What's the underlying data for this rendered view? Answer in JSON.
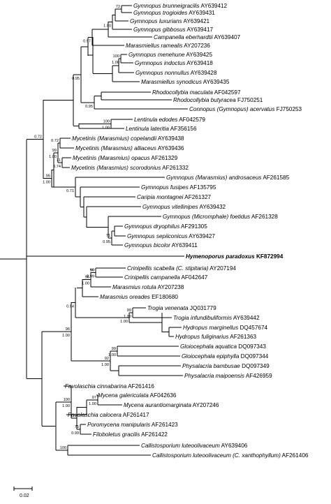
{
  "scale_bar": {
    "label": "0.02"
  },
  "taxa": [
    {
      "id": "t1",
      "species": "Gymnopus brunneigracilis",
      "accession": "AY639412"
    },
    {
      "id": "t2",
      "species": "Gymnopus trogioides",
      "accession": "AY639431"
    },
    {
      "id": "t3",
      "species": "Gymnopus luxurians",
      "accession": "AY639421"
    },
    {
      "id": "t4",
      "species": "Gymnopus gibbosus",
      "accession": "AY639417"
    },
    {
      "id": "t5",
      "species": "Campanella eberhardtii",
      "accession": "AY639407"
    },
    {
      "id": "t6",
      "species": "Marasmiellus ramealis",
      "accession": "AY207236"
    },
    {
      "id": "t7",
      "species": "Gymnopus menehune",
      "accession": "AY639425"
    },
    {
      "id": "t8",
      "species": "Gymnopus indoctus",
      "accession": "AY639418"
    },
    {
      "id": "t9",
      "species": "Gymnopus nonnullus",
      "accession": "AY639428"
    },
    {
      "id": "t10",
      "species": "Marasmiellus synodicus",
      "accession": "AY639435"
    },
    {
      "id": "t11",
      "species": "Rhodocollybia maculata",
      "accession": "AF042597"
    },
    {
      "id": "t12",
      "species": "Rhodocollybia butyracea",
      "accession": "FJ750251"
    },
    {
      "id": "t13",
      "species": "Connopus (Gymnopus) acervatus",
      "accession": "FJ750253"
    },
    {
      "id": "t14",
      "species": "Lentinula edodes",
      "accession": "AF042579"
    },
    {
      "id": "t15",
      "species": "Lentinula lateritia",
      "accession": "AF356156"
    },
    {
      "id": "t16",
      "species": "Mycetinis (Marasmius) copelandii",
      "accession": "AY639438"
    },
    {
      "id": "t17",
      "species": "Mycetinis (Marasmius) alliaceus",
      "accession": "AY639436"
    },
    {
      "id": "t18",
      "species": "Mycetinis (Marasmius) opacus",
      "accession": "AF261329"
    },
    {
      "id": "t19",
      "species": "Mycetinis (Marasmius) scorodonius",
      "accession": "AF261332"
    },
    {
      "id": "t20",
      "species": "Gymnopus (Marasmius) androsaceus",
      "accession": "AF261585"
    },
    {
      "id": "t21",
      "species": "Gymnopus fusipes",
      "accession": "AF135795"
    },
    {
      "id": "t22",
      "species": "Caripia montagnei",
      "accession": "AF261327"
    },
    {
      "id": "t23",
      "species": "Gymnopus vitellinipes",
      "accession": "AY639432"
    },
    {
      "id": "t24",
      "species": "Gymnopus (Micromphale) foetidus",
      "accession": "AF261328"
    },
    {
      "id": "t25",
      "species": "Gymnopus dryophilus",
      "accession": "AF291305"
    },
    {
      "id": "t26",
      "species": "Gymnopus sepiiconicus",
      "accession": "AY639427"
    },
    {
      "id": "t27",
      "species": "Gymnopus bicolor",
      "accession": "AY639411"
    },
    {
      "id": "t28",
      "species": "Hymenoporus paradoxus",
      "accession": "KF872994",
      "bold": true
    },
    {
      "id": "t29",
      "species": "Crinipellis scabella (C. stipitaria)",
      "accession": "AY207194"
    },
    {
      "id": "t30",
      "species": "Crinipellis campanella",
      "accession": "AF042647"
    },
    {
      "id": "t31",
      "species": "Marasmius rotula",
      "accession": "AY207238"
    },
    {
      "id": "t32",
      "species": "Marasmius oreades",
      "accession": "EF180680"
    },
    {
      "id": "t33",
      "species": "Trogia venenata",
      "accession": "JQ031779"
    },
    {
      "id": "t34",
      "species": "Trogia infundibuliformis",
      "accession": "AY639442"
    },
    {
      "id": "t35",
      "species": "Hydropus marginellus",
      "accession": "DQ457674"
    },
    {
      "id": "t36",
      "species": "Hydropus fuliginarius",
      "accession": "AF261363"
    },
    {
      "id": "t37",
      "species": "Gloiocephala aquatica",
      "accession": "DQ097343"
    },
    {
      "id": "t38",
      "species": "Gloiocephala epiphylla",
      "accession": "DQ097344"
    },
    {
      "id": "t39",
      "species": "Physalacria bambusae",
      "accession": "DQ097349"
    },
    {
      "id": "t40",
      "species": "Physalacria maipoensis",
      "accession": "AF426959"
    },
    {
      "id": "t41",
      "species": "Favolaschia cinnabarina",
      "accession": "AF261416"
    },
    {
      "id": "t42",
      "species": "Mycena galericulata",
      "accession": "AF042636"
    },
    {
      "id": "t43",
      "species": "Mycena aurantiomarginata",
      "accession": "AY207246"
    },
    {
      "id": "t44",
      "species": "Favolaschia calocera",
      "accession": "AF261417"
    },
    {
      "id": "t45",
      "species": "Poromycena manipularis",
      "accession": "AF261423"
    },
    {
      "id": "t46",
      "species": "Filoboletus gracilis",
      "accession": "AF261422"
    },
    {
      "id": "t47",
      "species": "Callistosporium luteoolivaceum",
      "accession": "AY639406"
    },
    {
      "id": "t48",
      "species": "Callistosporium luteoolivaceum (C. xanthophyllum)",
      "accession": "AF261406"
    }
  ],
  "node_supports": [
    {
      "id": "n1",
      "top": "72",
      "bottom": ""
    },
    {
      "id": "n2",
      "top": "",
      "bottom": "1.00"
    },
    {
      "id": "n3",
      "top": "",
      "bottom": "0.97"
    },
    {
      "id": "n4",
      "top": "100",
      "bottom": "1.00"
    },
    {
      "id": "n5",
      "top": "",
      "bottom": "0.95"
    },
    {
      "id": "n6",
      "top": "",
      "bottom": "0.95"
    },
    {
      "id": "n7",
      "top": "100",
      "bottom": "1.00"
    },
    {
      "id": "n8",
      "top": "0.72",
      "bottom": ""
    },
    {
      "id": "n9",
      "top": "99",
      "bottom": "1.00"
    },
    {
      "id": "n10",
      "top": "71",
      "bottom": "0.74"
    },
    {
      "id": "n11",
      "top": "95",
      "bottom": "1.00"
    },
    {
      "id": "n12",
      "top": "",
      "bottom": "0.71"
    },
    {
      "id": "n13",
      "top": "71",
      "bottom": "0.95"
    },
    {
      "id": "n14",
      "top": "96",
      "bottom": "1.00"
    },
    {
      "id": "n15",
      "top": "0.72",
      "bottom": ""
    },
    {
      "id": "n16",
      "top": "90",
      "bottom": "0.99",
      "bold": true
    },
    {
      "id": "n17",
      "top": "95",
      "bottom": "1.00"
    },
    {
      "id": "n18",
      "top": "",
      "bottom": "1.00"
    },
    {
      "id": "n19",
      "top": "99",
      "bottom": "1.00"
    },
    {
      "id": "n20",
      "top": "",
      "bottom": "0.94"
    },
    {
      "id": "n21",
      "top": "99",
      "bottom": "1.00"
    },
    {
      "id": "n22",
      "top": "92",
      "bottom": "1.00"
    },
    {
      "id": "n23",
      "top": "100",
      "bottom": "1.00"
    },
    {
      "id": "n24",
      "top": "97",
      "bottom": "1.00"
    },
    {
      "id": "n25",
      "top": "75",
      "bottom": "0.99"
    },
    {
      "id": "n26",
      "top": "100",
      "bottom": ""
    }
  ]
}
